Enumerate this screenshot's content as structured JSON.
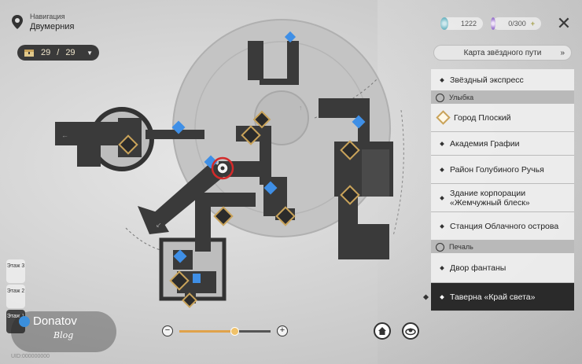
{
  "navigation": {
    "title": "Навигация",
    "subtitle": "Двумерния"
  },
  "chests": {
    "collected": "29",
    "total": "29",
    "separator": "/"
  },
  "currencies": [
    {
      "icon": "stellar-jade-icon",
      "value": "1222"
    },
    {
      "icon": "trailblaze-power-icon",
      "value": "0/300",
      "plus": "+"
    }
  ],
  "close_label": "✕",
  "panel": {
    "header": "Карта звёздного пути",
    "items": [
      {
        "type": "item",
        "label": "Звёздный экспресс"
      },
      {
        "type": "section",
        "label": "Улыбка"
      },
      {
        "type": "item",
        "label": "Город Плоский",
        "current": true
      },
      {
        "type": "item",
        "label": "Академия Графии"
      },
      {
        "type": "item",
        "label": "Район Голубиного Ручья"
      },
      {
        "type": "item",
        "label": "Здание корпорации «Жемчужный блеск»"
      },
      {
        "type": "item",
        "label": "Станция Облачного острова"
      },
      {
        "type": "section",
        "label": "Печаль"
      },
      {
        "type": "item",
        "label": "Двор фантаны"
      },
      {
        "type": "item",
        "label": "Таверна «Край света»",
        "selected": true
      }
    ]
  },
  "floors": [
    {
      "label": "Этаж 3"
    },
    {
      "label": "Этаж 2"
    },
    {
      "label": "Этаж 1",
      "active": true
    }
  ],
  "zoom": {
    "minus": "−",
    "plus": "+",
    "level": 0.6
  },
  "watermark": {
    "name": "Donatov",
    "sub": "Blog"
  },
  "uid": "UID:000000000",
  "colors": {
    "accent": "#e0a24a",
    "dark": "#2a2a2a",
    "teleport": "#3f8fe6",
    "marker_gold": "#c9a35a"
  }
}
